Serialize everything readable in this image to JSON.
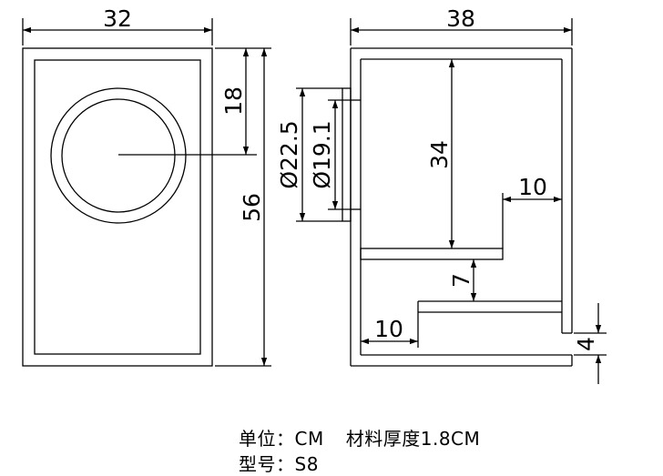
{
  "front_view": {
    "width_label": "32",
    "height_label": "56",
    "driver_offset_label": "18"
  },
  "side_view": {
    "depth_label": "38",
    "outer_diameter_label": "Ø22.5",
    "inner_diameter_label": "Ø19.1",
    "port_length_label": "34",
    "port_width_label": "10",
    "shelf_gap_label": "7",
    "bottom_offset_label": "10",
    "slot_height_label": "4"
  },
  "notes": {
    "unit_prefix": "单位：",
    "unit_value": "CM",
    "thickness_prefix": "材料厚度",
    "thickness_value": "1.8CM",
    "model_prefix": "型号：",
    "model_value": "S8"
  }
}
